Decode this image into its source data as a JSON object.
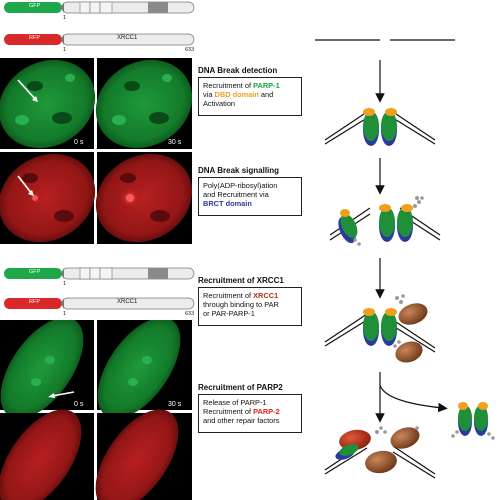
{
  "constructs": {
    "gfp_label": "GFP",
    "rfp_label": "RFP",
    "xrcc1_label": "XRCC1",
    "start": "1",
    "end": "633"
  },
  "times": {
    "t0": "0 s",
    "t30": "30 s"
  },
  "steps": [
    {
      "title": "DNA Break detection",
      "lines": [
        [
          [
            "Recruitment of ",
            ""
          ],
          [
            "PARP-1",
            "g"
          ]
        ],
        [
          [
            "via ",
            ""
          ],
          [
            "DBD domain",
            "o"
          ],
          [
            " and",
            ""
          ]
        ],
        [
          [
            "Activation",
            ""
          ]
        ]
      ]
    },
    {
      "title": "DNA Break signalling",
      "lines": [
        [
          [
            "Poly(ADP-ribosyl)ation",
            ""
          ]
        ],
        [
          [
            "and Recruitment via",
            ""
          ]
        ],
        [
          [
            "BRCT domain",
            "b"
          ]
        ]
      ]
    },
    {
      "title": "Recruitment of XRCC1",
      "lines": [
        [
          [
            "Recruitment of ",
            ""
          ],
          [
            "XRCC1",
            "r"
          ]
        ],
        [
          [
            "through binding to PAR",
            ""
          ]
        ],
        [
          [
            "or PAR-PARP-1",
            ""
          ]
        ]
      ]
    },
    {
      "title": "Recruitment of PARP2",
      "lines": [
        [
          [
            "Release of PARP-1",
            ""
          ]
        ],
        [
          [
            "Recruitment of ",
            ""
          ],
          [
            "PARP-2",
            "rr"
          ]
        ],
        [
          [
            "and other repair factors",
            ""
          ]
        ]
      ]
    }
  ],
  "colors": {
    "gfp": "#1ea84a",
    "rfp": "#d8282a",
    "parp_body": "#1f8f3a",
    "dbd": "#f0a020",
    "brct": "#2a3a9e",
    "xrcc1": "#8a4a22",
    "parp2": "#c0301a"
  }
}
